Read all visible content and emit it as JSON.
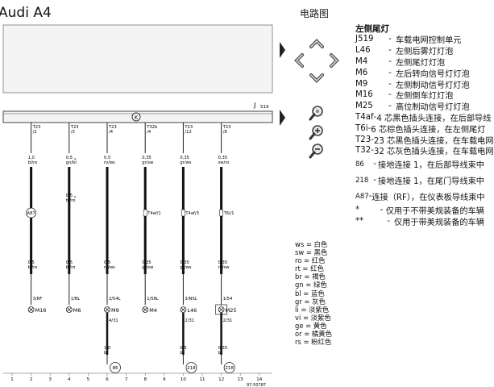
{
  "header": {
    "title": "Audi A4",
    "pane_title": "电路图"
  },
  "diagram": {
    "control_label": "K",
    "unit_code": "J",
    "unit_num": "519",
    "columns": [
      "1",
      "2",
      "3",
      "4",
      "5",
      "6",
      "7",
      "8",
      "9",
      "10",
      "11",
      "12",
      "13",
      "14"
    ],
    "wires": [
      {
        "top_conn": "T23",
        "top_pin": "/2",
        "spec1": "1,0",
        "color1": "bl/ro",
        "mid": "A87",
        "spec2": "0,5",
        "color2": "bl/ro",
        "term_pin": "3/RF",
        "component": "M16"
      },
      {
        "top_conn": "T23",
        "top_pin": "/3",
        "spec1": "0,5",
        "color1": "gn/bl",
        "star1": "*",
        "mid_spec": "0,5",
        "mid_color": "bl/ro",
        "star2": "*",
        "spec2": "0,5",
        "color2": "bl/ro",
        "term_pin": "1/BL",
        "component": "M6"
      },
      {
        "top_conn": "T23",
        "top_pin": "/4",
        "spec1": "0,5",
        "color1": "ro/ws",
        "spec2": "0,5",
        "color2": "ro/ws",
        "term_pin": "2/54L",
        "component": "M9",
        "bot_pin": "4/31",
        "spec3": "1,0",
        "color3": "br",
        "ground": "86"
      },
      {
        "top_conn": "T32b",
        "top_pin": "/4",
        "spec1": "0,35",
        "color1": "gr/sw",
        "mid": "T4af/1",
        "spec2": "0,35",
        "color2": "gr/sw",
        "term_pin": "1/58L",
        "component": "M4"
      },
      {
        "top_conn": "T23",
        "top_pin": "/12",
        "spec1": "0,35",
        "color1": "gr/ws",
        "mid": "T4af/3",
        "spec2": "0,35",
        "color2": "gr/ws",
        "term_pin": "3/NSL",
        "component": "L46",
        "bot_pin": "2/31",
        "spec3": "0,5",
        "color3": "br",
        "ground": "218"
      },
      {
        "top_conn": "T23",
        "top_pin": "/8",
        "spec1": "0,35",
        "color1": "sw/ro",
        "mid": "T6i/1",
        "spec2": "0,35",
        "color2": "ro/sw",
        "term_pin": "1/54",
        "component": "M25",
        "bot_pin": "2/31",
        "spec3": "0,35",
        "color3": "br",
        "ground": "218"
      }
    ],
    "footer_ref": "97-50787"
  },
  "legend": {
    "heading": "左侧尾灯",
    "items": [
      {
        "code": "J519",
        "desc": "车载电网控制单元"
      },
      {
        "code": "L46",
        "desc": "左侧后雾灯灯泡"
      },
      {
        "code": "M4",
        "desc": "左侧尾灯灯泡"
      },
      {
        "code": "M6",
        "desc": "左后转向信号灯灯泡"
      },
      {
        "code": "M9",
        "desc": "左侧制动信号灯灯泡"
      },
      {
        "code": "M16",
        "desc": "左侧倒车灯灯泡"
      },
      {
        "code": "M25",
        "desc": "高位制动信号灯灯泡"
      },
      {
        "code": "T4af",
        "desc": "4 芯黑色插头连接，在后部导线"
      },
      {
        "code": "T6i",
        "desc": "6 芯棕色插头连接，在左侧尾灯"
      },
      {
        "code": "T23",
        "desc": "23 芯黑色插头连接，在车载电网"
      },
      {
        "code": "T32",
        "desc": "32 芯灰色插头连接，在车载电网"
      },
      {
        "code": "86",
        "desc": "接地连接 1，在后部导线束中"
      },
      {
        "code": "218",
        "desc": "接地连接 1，在尾门导线束中"
      },
      {
        "code": "A87",
        "desc": "连接（RF），在仪表板导线束中"
      },
      {
        "code": "*",
        "desc": "仅用于不带美规装备的车辆"
      },
      {
        "code": "**",
        "desc": "仅用于带美规装备的车辆"
      }
    ]
  },
  "wire_colors": [
    {
      "abbr": "ws",
      "name": "白色"
    },
    {
      "abbr": "sw",
      "name": "黑色"
    },
    {
      "abbr": "ro",
      "name": "红色"
    },
    {
      "abbr": "rt",
      "name": "红色"
    },
    {
      "abbr": "br",
      "name": "褐色"
    },
    {
      "abbr": "gn",
      "name": "绿色"
    },
    {
      "abbr": "bl",
      "name": "蓝色"
    },
    {
      "abbr": "gr",
      "name": "灰色"
    },
    {
      "abbr": "li",
      "name": "淡紫色"
    },
    {
      "abbr": "vi",
      "name": "淡紫色"
    },
    {
      "abbr": "ge",
      "name": "黄色"
    },
    {
      "abbr": "or",
      "name": "橘黄色"
    },
    {
      "abbr": "rs",
      "name": "粉红色"
    }
  ],
  "colors_sep": "="
}
